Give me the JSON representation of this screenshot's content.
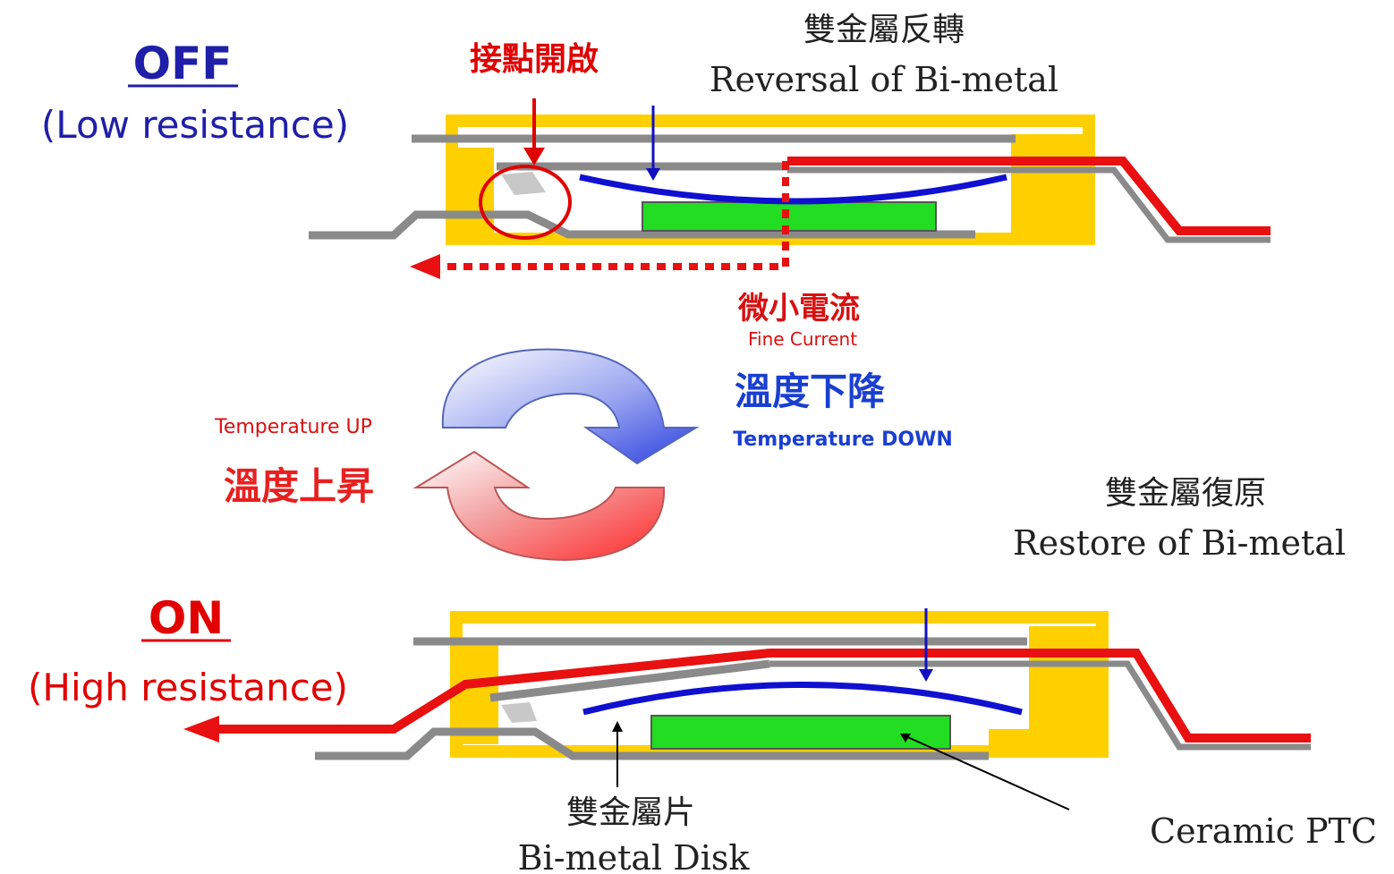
{
  "off_state": {
    "title": "OFF",
    "subtitle": "(Low resistance)",
    "contact_label": "接點開啟",
    "reversal_label_zh": "雙金屬反轉",
    "reversal_label_en": "Reversal of Bi-metal",
    "fine_current_zh": "微小電流",
    "fine_current_en": "Fine Current"
  },
  "cycle": {
    "temp_down_zh": "溫度下降",
    "temp_down_en": "Temperature DOWN",
    "temp_up_zh": "溫度上昇",
    "temp_up_en": "Temperature UP"
  },
  "on_state": {
    "title": "ON",
    "subtitle": "(High resistance)",
    "restore_label_zh": "雙金屬復原",
    "restore_label_en": "Restore of Bi-metal",
    "disk_label_zh": "雙金屬片",
    "disk_label_en": "Bi-metal Disk",
    "ptc_label": "Ceramic PTC"
  },
  "colors": {
    "off_blue": "#1f1fa8",
    "on_red": "#e00000",
    "housing_yellow": "#ffd000",
    "ptc_green": "#22dd22",
    "bimetal_blue": "#1010d0",
    "conductor_gray": "#8a8a8a",
    "current_red": "#e81010"
  }
}
